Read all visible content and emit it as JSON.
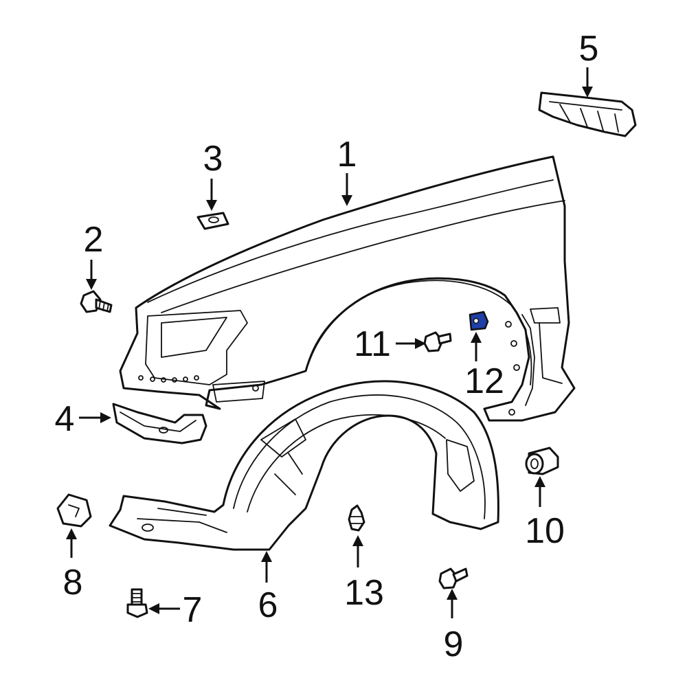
{
  "diagram": {
    "highlight_color": "#1f3fa8",
    "callouts": [
      {
        "id": "1",
        "text": "1"
      },
      {
        "id": "2",
        "text": "2"
      },
      {
        "id": "3",
        "text": "3"
      },
      {
        "id": "4",
        "text": "4"
      },
      {
        "id": "5",
        "text": "5"
      },
      {
        "id": "6",
        "text": "6"
      },
      {
        "id": "7",
        "text": "7"
      },
      {
        "id": "8",
        "text": "8"
      },
      {
        "id": "9",
        "text": "9"
      },
      {
        "id": "10",
        "text": "10"
      },
      {
        "id": "11",
        "text": "11"
      },
      {
        "id": "12",
        "text": "12"
      },
      {
        "id": "13",
        "text": "13"
      }
    ]
  }
}
